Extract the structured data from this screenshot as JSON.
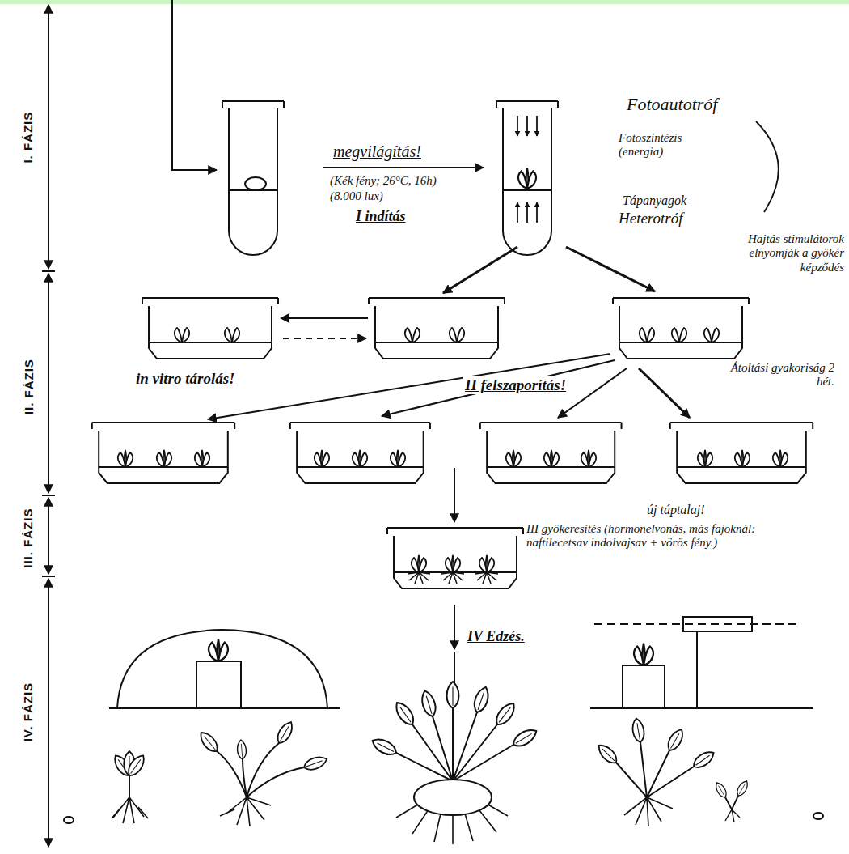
{
  "diagram": {
    "labels": [
      "I. FÁZIS",
      "II. FÁZIS",
      "III. FÁZIS",
      "IV. FÁZIS",
      "megvilágítás!",
      "(Kék fény; 26°C, 16h)",
      "(8.000 lux)",
      "I indítás",
      "Fotoautotróf",
      "Fotoszintézis (energia)",
      "Tápanyagok",
      "Heterotróf",
      "Hajtás stimulátorok elnyomják a gyökér képződés",
      "in vitro tárolás!",
      "II felszaporítás!",
      "Átoltási gyakoriság 2 hét.",
      "új táptalaj!",
      "III gyökeresítés (hormonelvonás, más fajoknál: naftilecetsav indolvajsav + vörös fény.)",
      "IV Edzés."
    ]
  }
}
